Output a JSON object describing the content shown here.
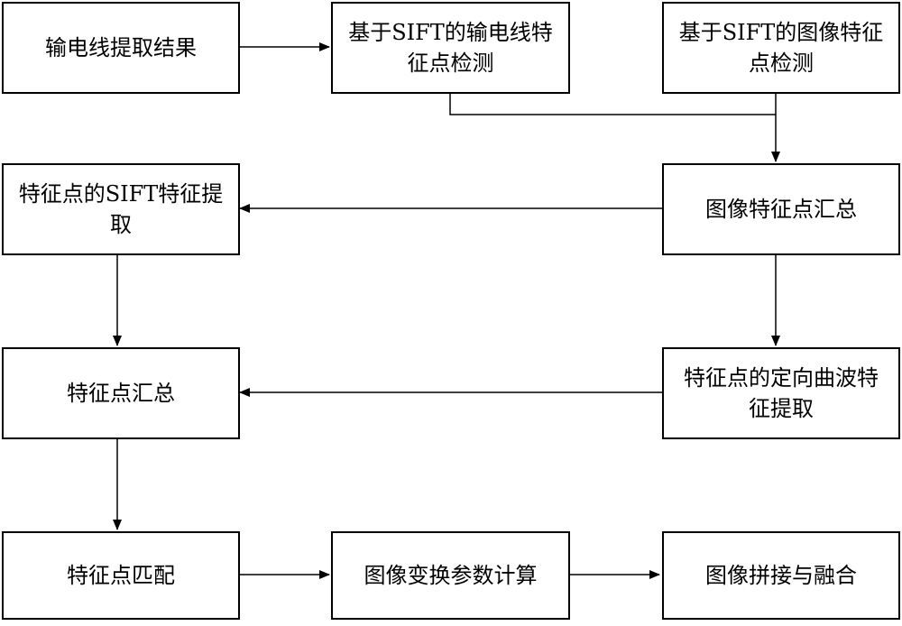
{
  "nodes": {
    "n1": "输电线提取结果",
    "n2": "基于SIFT的输电线特征点检测",
    "n3": "基于SIFT的图像特征点检测",
    "n4": "特征点的SIFT特征提取",
    "n5": "图像特征点汇总",
    "n6": "特征点汇总",
    "n7": "特征点的定向曲波特征提取",
    "n8": "特征点匹配",
    "n9": "图像变换参数计算",
    "n10": "图像拼接与融合"
  },
  "edges": [
    {
      "from": "n1",
      "to": "n2"
    },
    {
      "from": "n2",
      "to": "n5"
    },
    {
      "from": "n3",
      "to": "n5"
    },
    {
      "from": "n5",
      "to": "n4"
    },
    {
      "from": "n5",
      "to": "n7"
    },
    {
      "from": "n4",
      "to": "n6"
    },
    {
      "from": "n7",
      "to": "n6"
    },
    {
      "from": "n6",
      "to": "n8"
    },
    {
      "from": "n8",
      "to": "n9"
    },
    {
      "from": "n9",
      "to": "n10"
    }
  ]
}
